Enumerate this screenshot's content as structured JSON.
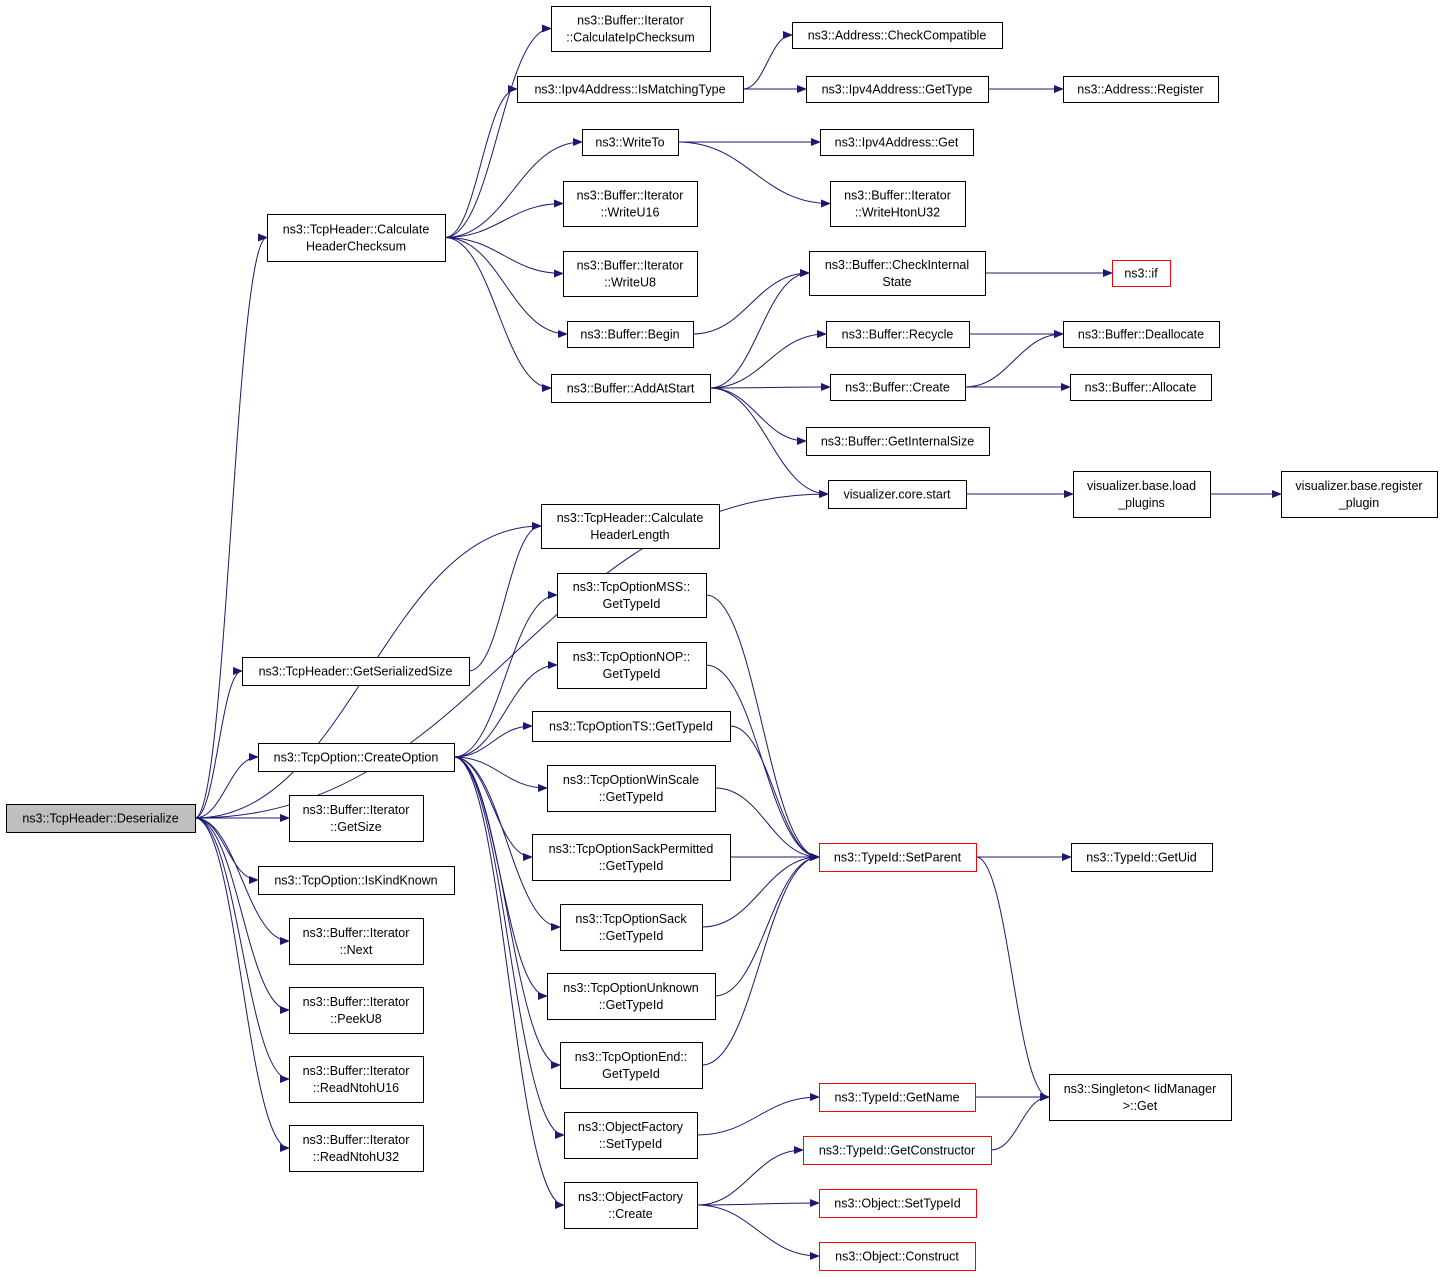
{
  "nodes": [
    {
      "id": "deserialize",
      "lines": [
        "ns3::TcpHeader::Deserialize"
      ],
      "style": "root"
    },
    {
      "id": "calc_hdr_cksum",
      "lines": [
        "ns3::TcpHeader::Calculate",
        "HeaderChecksum"
      ],
      "style": "normal"
    },
    {
      "id": "calc_ip_cksum",
      "lines": [
        "ns3::Buffer::Iterator",
        "::CalculateIpChecksum"
      ],
      "style": "normal"
    },
    {
      "id": "ipv4_is_matching",
      "lines": [
        "ns3::Ipv4Address::IsMatchingType"
      ],
      "style": "normal"
    },
    {
      "id": "addr_check_compat",
      "lines": [
        "ns3::Address::CheckCompatible"
      ],
      "style": "normal"
    },
    {
      "id": "ipv4_get_type",
      "lines": [
        "ns3::Ipv4Address::GetType"
      ],
      "style": "normal"
    },
    {
      "id": "addr_register",
      "lines": [
        "ns3::Address::Register"
      ],
      "style": "normal"
    },
    {
      "id": "write_to",
      "lines": [
        "ns3::WriteTo"
      ],
      "style": "normal"
    },
    {
      "id": "ipv4_get",
      "lines": [
        "ns3::Ipv4Address::Get"
      ],
      "style": "normal"
    },
    {
      "id": "write_hton_u32",
      "lines": [
        "ns3::Buffer::Iterator",
        "::WriteHtonU32"
      ],
      "style": "normal"
    },
    {
      "id": "write_u16",
      "lines": [
        "ns3::Buffer::Iterator",
        "::WriteU16"
      ],
      "style": "normal"
    },
    {
      "id": "write_u8",
      "lines": [
        "ns3::Buffer::Iterator",
        "::WriteU8"
      ],
      "style": "normal"
    },
    {
      "id": "check_internal",
      "lines": [
        "ns3::Buffer::CheckInternal",
        "State"
      ],
      "style": "normal"
    },
    {
      "id": "ns3_if",
      "lines": [
        "ns3::if"
      ],
      "style": "red"
    },
    {
      "id": "buffer_begin",
      "lines": [
        "ns3::Buffer::Begin"
      ],
      "style": "normal"
    },
    {
      "id": "buffer_recycle",
      "lines": [
        "ns3::Buffer::Recycle"
      ],
      "style": "normal"
    },
    {
      "id": "buffer_dealloc",
      "lines": [
        "ns3::Buffer::Deallocate"
      ],
      "style": "normal"
    },
    {
      "id": "add_at_start",
      "lines": [
        "ns3::Buffer::AddAtStart"
      ],
      "style": "normal"
    },
    {
      "id": "buffer_create",
      "lines": [
        "ns3::Buffer::Create"
      ],
      "style": "normal"
    },
    {
      "id": "buffer_alloc",
      "lines": [
        "ns3::Buffer::Allocate"
      ],
      "style": "normal"
    },
    {
      "id": "get_internal_size",
      "lines": [
        "ns3::Buffer::GetInternalSize"
      ],
      "style": "normal"
    },
    {
      "id": "viz_core_start",
      "lines": [
        "visualizer.core.start"
      ],
      "style": "normal"
    },
    {
      "id": "viz_load_plugins",
      "lines": [
        "visualizer.base.load",
        "_plugins"
      ],
      "style": "normal"
    },
    {
      "id": "viz_register_plugin",
      "lines": [
        "visualizer.base.register",
        "_plugin"
      ],
      "style": "normal"
    },
    {
      "id": "calc_hdr_len",
      "lines": [
        "ns3::TcpHeader::Calculate",
        "HeaderLength"
      ],
      "style": "normal"
    },
    {
      "id": "opt_mss",
      "lines": [
        "ns3::TcpOptionMSS::",
        "GetTypeId"
      ],
      "style": "normal"
    },
    {
      "id": "get_serialized_size",
      "lines": [
        "ns3::TcpHeader::GetSerializedSize"
      ],
      "style": "normal"
    },
    {
      "id": "opt_nop",
      "lines": [
        "ns3::TcpOptionNOP::",
        "GetTypeId"
      ],
      "style": "normal"
    },
    {
      "id": "opt_ts",
      "lines": [
        "ns3::TcpOptionTS::GetTypeId"
      ],
      "style": "normal"
    },
    {
      "id": "create_option",
      "lines": [
        "ns3::TcpOption::CreateOption"
      ],
      "style": "normal"
    },
    {
      "id": "opt_winscale",
      "lines": [
        "ns3::TcpOptionWinScale",
        "::GetTypeId"
      ],
      "style": "normal"
    },
    {
      "id": "iter_get_size",
      "lines": [
        "ns3::Buffer::Iterator",
        "::GetSize"
      ],
      "style": "normal"
    },
    {
      "id": "opt_sack_perm",
      "lines": [
        "ns3::TcpOptionSackPermitted",
        "::GetTypeId"
      ],
      "style": "normal"
    },
    {
      "id": "typeid_set_parent",
      "lines": [
        "ns3::TypeId::SetParent"
      ],
      "style": "red"
    },
    {
      "id": "typeid_get_uid",
      "lines": [
        "ns3::TypeId::GetUid"
      ],
      "style": "normal"
    },
    {
      "id": "is_kind_known",
      "lines": [
        "ns3::TcpOption::IsKindKnown"
      ],
      "style": "normal"
    },
    {
      "id": "opt_sack",
      "lines": [
        "ns3::TcpOptionSack",
        "::GetTypeId"
      ],
      "style": "normal"
    },
    {
      "id": "iter_next",
      "lines": [
        "ns3::Buffer::Iterator",
        "::Next"
      ],
      "style": "normal"
    },
    {
      "id": "opt_unknown",
      "lines": [
        "ns3::TcpOptionUnknown",
        "::GetTypeId"
      ],
      "style": "normal"
    },
    {
      "id": "iter_peek_u8",
      "lines": [
        "ns3::Buffer::Iterator",
        "::PeekU8"
      ],
      "style": "normal"
    },
    {
      "id": "opt_end",
      "lines": [
        "ns3::TcpOptionEnd::",
        "GetTypeId"
      ],
      "style": "normal"
    },
    {
      "id": "iter_read_ntoh_u16",
      "lines": [
        "ns3::Buffer::Iterator",
        "::ReadNtohU16"
      ],
      "style": "normal"
    },
    {
      "id": "singleton_get",
      "lines": [
        "ns3::Singleton< IidManager",
        ">::Get"
      ],
      "style": "normal"
    },
    {
      "id": "typeid_get_name",
      "lines": [
        "ns3::TypeId::GetName"
      ],
      "style": "red"
    },
    {
      "id": "of_set_typeid",
      "lines": [
        "ns3::ObjectFactory",
        "::SetTypeId"
      ],
      "style": "normal"
    },
    {
      "id": "iter_read_ntoh_u32",
      "lines": [
        "ns3::Buffer::Iterator",
        "::ReadNtohU32"
      ],
      "style": "normal"
    },
    {
      "id": "typeid_get_ctor",
      "lines": [
        "ns3::TypeId::GetConstructor"
      ],
      "style": "red"
    },
    {
      "id": "of_create",
      "lines": [
        "ns3::ObjectFactory",
        "::Create"
      ],
      "style": "normal"
    },
    {
      "id": "obj_set_typeid",
      "lines": [
        "ns3::Object::SetTypeId"
      ],
      "style": "red"
    },
    {
      "id": "obj_construct",
      "lines": [
        "ns3::Object::Construct"
      ],
      "style": "red"
    }
  ],
  "edges": [
    [
      "deserialize",
      "calc_hdr_cksum"
    ],
    [
      "deserialize",
      "viz_core_start"
    ],
    [
      "deserialize",
      "calc_hdr_len"
    ],
    [
      "deserialize",
      "get_serialized_size"
    ],
    [
      "deserialize",
      "create_option"
    ],
    [
      "deserialize",
      "iter_get_size"
    ],
    [
      "deserialize",
      "is_kind_known"
    ],
    [
      "deserialize",
      "iter_next"
    ],
    [
      "deserialize",
      "iter_peek_u8"
    ],
    [
      "deserialize",
      "iter_read_ntoh_u16"
    ],
    [
      "deserialize",
      "iter_read_ntoh_u32"
    ],
    [
      "calc_hdr_cksum",
      "calc_ip_cksum"
    ],
    [
      "calc_hdr_cksum",
      "ipv4_is_matching"
    ],
    [
      "calc_hdr_cksum",
      "write_to"
    ],
    [
      "calc_hdr_cksum",
      "write_u16"
    ],
    [
      "calc_hdr_cksum",
      "write_u8"
    ],
    [
      "calc_hdr_cksum",
      "buffer_begin"
    ],
    [
      "calc_hdr_cksum",
      "add_at_start"
    ],
    [
      "ipv4_is_matching",
      "addr_check_compat"
    ],
    [
      "ipv4_is_matching",
      "ipv4_get_type"
    ],
    [
      "ipv4_get_type",
      "addr_register"
    ],
    [
      "write_to",
      "ipv4_get"
    ],
    [
      "write_to",
      "write_hton_u32"
    ],
    [
      "buffer_begin",
      "check_internal"
    ],
    [
      "check_internal",
      "ns3_if"
    ],
    [
      "add_at_start",
      "check_internal"
    ],
    [
      "add_at_start",
      "buffer_recycle"
    ],
    [
      "add_at_start",
      "buffer_create"
    ],
    [
      "add_at_start",
      "get_internal_size"
    ],
    [
      "add_at_start",
      "viz_core_start"
    ],
    [
      "buffer_recycle",
      "buffer_dealloc"
    ],
    [
      "buffer_create",
      "buffer_dealloc"
    ],
    [
      "buffer_create",
      "buffer_alloc"
    ],
    [
      "viz_core_start",
      "viz_load_plugins"
    ],
    [
      "viz_load_plugins",
      "viz_register_plugin"
    ],
    [
      "get_serialized_size",
      "calc_hdr_len"
    ],
    [
      "create_option",
      "opt_mss"
    ],
    [
      "create_option",
      "opt_nop"
    ],
    [
      "create_option",
      "opt_ts"
    ],
    [
      "create_option",
      "opt_winscale"
    ],
    [
      "create_option",
      "opt_sack_perm"
    ],
    [
      "create_option",
      "opt_sack"
    ],
    [
      "create_option",
      "opt_unknown"
    ],
    [
      "create_option",
      "opt_end"
    ],
    [
      "create_option",
      "of_set_typeid"
    ],
    [
      "create_option",
      "of_create"
    ],
    [
      "opt_mss",
      "typeid_set_parent"
    ],
    [
      "opt_nop",
      "typeid_set_parent"
    ],
    [
      "opt_ts",
      "typeid_set_parent"
    ],
    [
      "opt_winscale",
      "typeid_set_parent"
    ],
    [
      "opt_sack_perm",
      "typeid_set_parent"
    ],
    [
      "opt_sack",
      "typeid_set_parent"
    ],
    [
      "opt_unknown",
      "typeid_set_parent"
    ],
    [
      "opt_end",
      "typeid_set_parent"
    ],
    [
      "typeid_set_parent",
      "typeid_get_uid"
    ],
    [
      "typeid_set_parent",
      "singleton_get"
    ],
    [
      "of_set_typeid",
      "typeid_get_name"
    ],
    [
      "typeid_get_name",
      "singleton_get"
    ],
    [
      "of_create",
      "typeid_get_ctor"
    ],
    [
      "of_create",
      "obj_set_typeid"
    ],
    [
      "of_create",
      "obj_construct"
    ],
    [
      "typeid_get_ctor",
      "singleton_get"
    ]
  ],
  "colors": {
    "edge": "#191970",
    "node_border": "#000000",
    "node_border_red": "#ff0000",
    "root_fill": "#bfbfbf"
  }
}
